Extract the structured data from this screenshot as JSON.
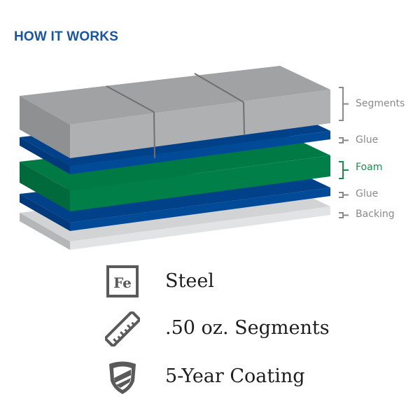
{
  "header": {
    "title": "HOW IT WORKS"
  },
  "layers": [
    {
      "label": "Segments",
      "color": "#8a8a8a"
    },
    {
      "label": "Glue",
      "color": "#8a8a8a"
    },
    {
      "label": "Foam",
      "color": "#1e8a50"
    },
    {
      "label": "Glue",
      "color": "#8a8a8a"
    },
    {
      "label": "Backing",
      "color": "#8a8a8a"
    }
  ],
  "features": [
    {
      "icon": "iron-element-icon",
      "icon_text": "Fe",
      "label": "Steel"
    },
    {
      "icon": "ruler-icon",
      "label": ".50 oz. Segments"
    },
    {
      "icon": "shield-icon",
      "label": "5-Year Coating"
    }
  ],
  "colors": {
    "accent": "#1a56a0",
    "glue": "#004488",
    "foam": "#008048",
    "segments": "#a4a6a7",
    "backing": "#c8c9cb",
    "icon": "#5a5a5a"
  }
}
